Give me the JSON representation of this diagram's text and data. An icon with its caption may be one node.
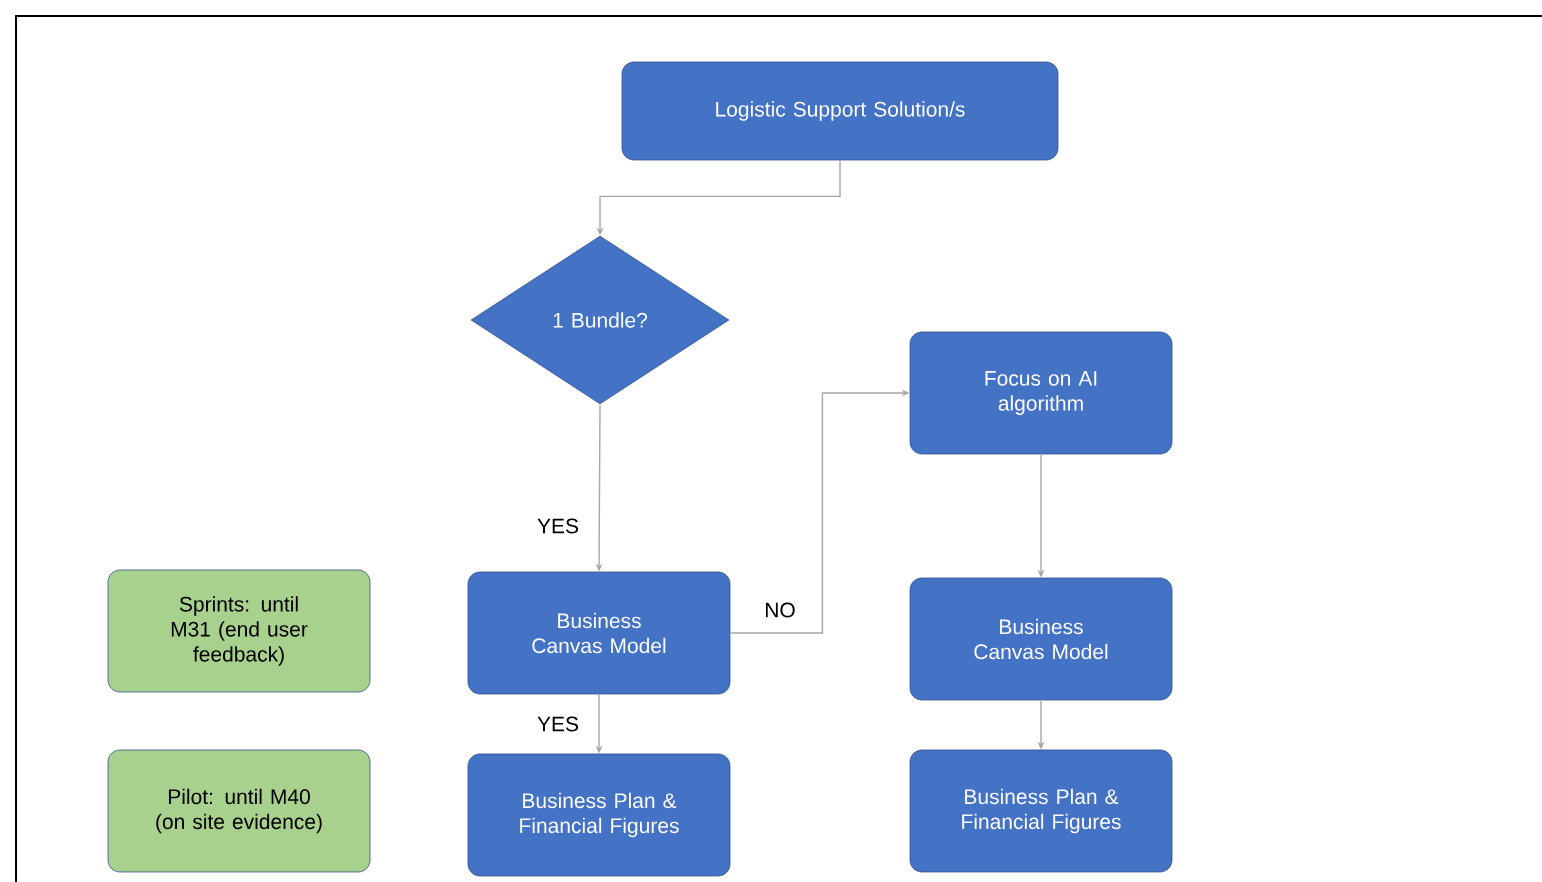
{
  "diagram": {
    "nodes": [
      {
        "text": [
          "Logistic Support Solution/s"
        ]
      },
      {
        "text": [
          "1 Bundle?"
        ]
      },
      {
        "text": [
          "Focus on AI algorithm"
        ]
      },
      {
        "text": [
          "Business Canvas Model"
        ]
      },
      {
        "text": [
          "Business Canvas Model"
        ]
      },
      {
        "text": [
          "Business Plan & Financial Figures"
        ]
      },
      {
        "text": [
          "Business Plan & Financial Figures"
        ]
      },
      {
        "text": [
          "Sprints: until M31 (end user feedback)"
        ]
      },
      {
        "text": [
          "Pilot: until M40 (on site evidence)"
        ]
      }
    ],
    "edges": [
      {
        "from": 0,
        "to": 1,
        "arrow": "to"
      },
      {
        "from": 1,
        "to": 3,
        "arrow": "to",
        "label": "YES"
      },
      {
        "from": 3,
        "to": 2,
        "arrow": "to",
        "label": "NO"
      },
      {
        "from": 2,
        "to": 4,
        "arrow": "to"
      },
      {
        "from": 3,
        "to": 5,
        "arrow": "to",
        "label": "YES"
      },
      {
        "from": 4,
        "to": 6,
        "arrow": "to"
      }
    ]
  }
}
